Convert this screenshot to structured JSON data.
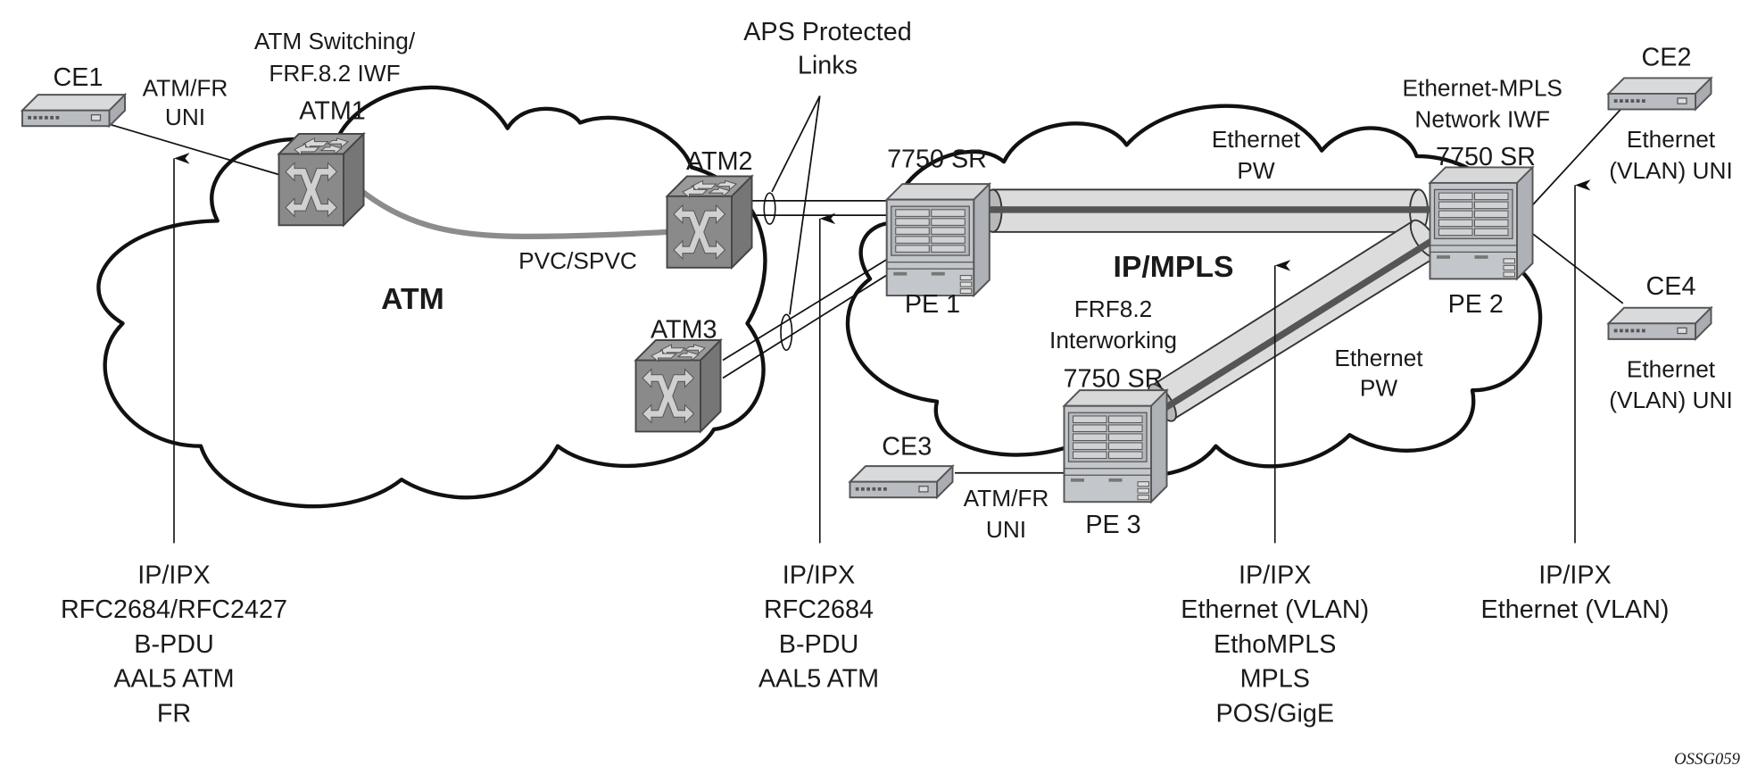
{
  "diagram": {
    "figure_id": "OSSG059",
    "clouds": {
      "atm": "ATM",
      "ip_mpls": "IP/MPLS"
    },
    "devices": {
      "ce1": "CE1",
      "ce2": "CE2",
      "ce3": "CE3",
      "ce4": "CE4",
      "atm1": "ATM1",
      "atm2": "ATM2",
      "atm3": "ATM3",
      "pe1": {
        "model": "7750 SR",
        "name": "PE 1"
      },
      "pe2": {
        "model": "7750 SR",
        "name": "PE 2"
      },
      "pe3": {
        "model": "7750 SR",
        "name": "PE 3"
      }
    },
    "annotations": {
      "atm1_role": [
        "ATM Switching/",
        "FRF.8.2 IWF"
      ],
      "ce1_uni": [
        "ATM/FR",
        "UNI"
      ],
      "aps": [
        "APS Protected",
        "Links"
      ],
      "pvc": "PVC/SPVC",
      "pw_top": [
        "Ethernet",
        "PW"
      ],
      "pw_bottom": [
        "Ethernet",
        "PW"
      ],
      "pe2_role": [
        "Ethernet-MPLS",
        "Network IWF"
      ],
      "pe3_role": [
        "FRF8.2",
        "Interworking"
      ],
      "ce2_uni": [
        "Ethernet",
        "(VLAN) UNI"
      ],
      "ce4_uni": [
        "Ethernet",
        "(VLAN) UNI"
      ],
      "ce3_uni": [
        "ATM/FR",
        "UNI"
      ]
    },
    "protocol_stacks": [
      {
        "position": "ce1-access",
        "layers": [
          "IP/IPX",
          "RFC2684/RFC2427",
          "B-PDU",
          "AAL5 ATM",
          "FR"
        ]
      },
      {
        "position": "atm-pe1",
        "layers": [
          "IP/IPX",
          "RFC2684",
          "B-PDU",
          "AAL5 ATM"
        ]
      },
      {
        "position": "mpls-core",
        "layers": [
          "IP/IPX",
          "Ethernet (VLAN)",
          "EthoMPLS",
          "MPLS",
          "POS/GigE"
        ]
      },
      {
        "position": "ce2-ce4-access",
        "layers": [
          "IP/IPX",
          "Ethernet (VLAN)"
        ]
      }
    ],
    "colors": {
      "device_fill": "#c3c6ca",
      "switch_fill": "#8a8a8a",
      "tunnel_fill": "#dcdcdc",
      "tunnel_core": "#555555",
      "pvc_line": "#8c8c8c"
    }
  }
}
